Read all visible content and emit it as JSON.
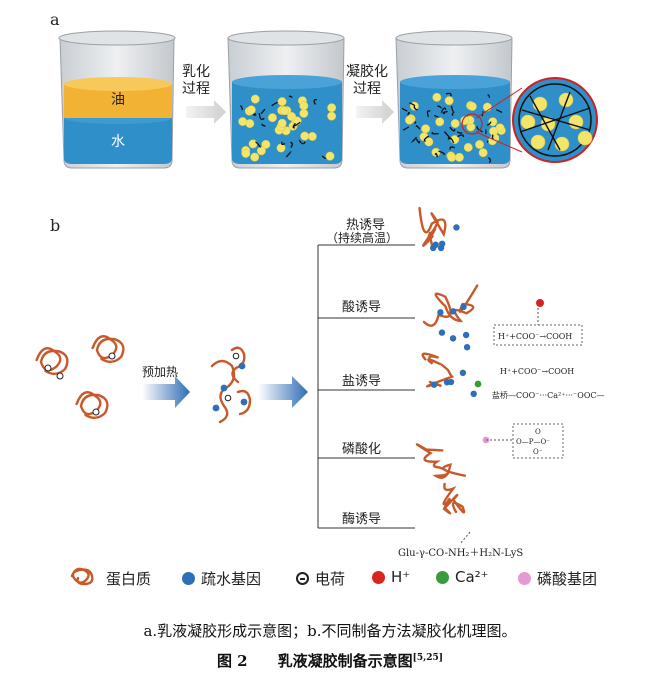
{
  "panel_a": {
    "label": "a",
    "oil_label": "油",
    "water_label": "水",
    "step1": [
      "乳化",
      "过程"
    ],
    "step2": [
      "凝胶化",
      "过程"
    ]
  },
  "panel_b": {
    "label": "b",
    "preheat_label": "预加热",
    "branches": [
      {
        "title": "热诱导",
        "subtitle": "（持续高温）"
      },
      {
        "title": "酸诱导"
      },
      {
        "title": "盐诱导"
      },
      {
        "title": "磷酸化"
      },
      {
        "title": "酶诱导"
      }
    ],
    "acid_formula": "H⁺+COO⁻→COOH",
    "salt_formula1": "H⁺+COO⁻→COOH",
    "salt_formula2": "盐桥—COO⁻···Ca²⁺···⁻OOC—",
    "phos_formula_top": "O",
    "phos_formula_mid": "O—P—O⁻",
    "phos_formula_bot": "O⁻",
    "enzyme_formula": "Glu-γ-CO-NH₂＋H₂N-LyS"
  },
  "legend": {
    "protein": "蛋白质",
    "hydrophobic": "疏水基因",
    "charge": "电荷",
    "h_ion": "H⁺",
    "ca_ion": "Ca²⁺",
    "phosphate": "磷酸基团"
  },
  "colors": {
    "oil": "#f2b233",
    "water": "#2e8fc9",
    "protein": "#c8592a",
    "hydrophobic": "#2d6fb8",
    "h_ion": "#d9241e",
    "ca_ion": "#3a9a3e",
    "phosphate": "#e39bd4",
    "arrow": "#2f6db3"
  },
  "caption": {
    "sub": "a.乳液凝胶形成示意图；b.不同制备方法凝胶化机理图。",
    "main": "图 2　　乳液凝胶制备示意图",
    "ref": "[5,25]"
  }
}
